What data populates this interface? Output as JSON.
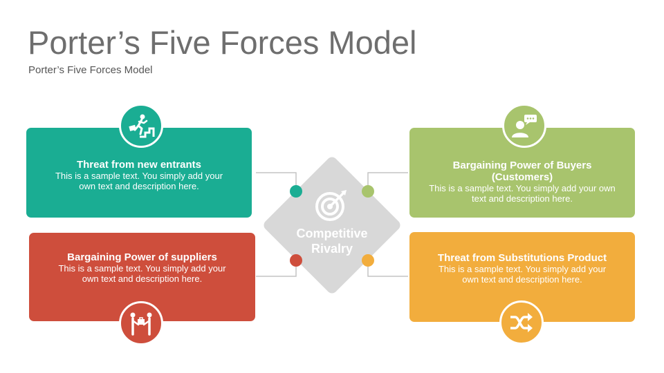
{
  "header": {
    "title": "Porter’s Five Forces Model",
    "subtitle": "Porter’s Five Forces Model"
  },
  "center": {
    "label_line1": "Competitive",
    "label_line2": "Rivalry",
    "icon": "target-icon",
    "color": "#d8d8d8"
  },
  "forces": [
    {
      "title": "Threat from new entrants",
      "desc_line1": "This is a sample text. You simply add your",
      "desc_line2": "own text and description here.",
      "color": "#1aad93",
      "icon": "person-climbing-stairs-icon"
    },
    {
      "title": "Bargaining Power of suppliers",
      "desc_line1": "This is a sample text. You simply add your",
      "desc_line2": "own text and description here.",
      "color": "#ce4e3c",
      "icon": "handshake-people-icon"
    },
    {
      "title_line1": "Bargaining Power of Buyers",
      "title_line2": "(Customers)",
      "desc_line1": "This is a sample text. You simply add your own",
      "desc_line2": "text and description here.",
      "color": "#a8c46d",
      "icon": "customer-chat-icon"
    },
    {
      "title": "Threat from Substitutions Product",
      "desc_line1": "This is a sample text. You simply add your",
      "desc_line2": "own text and description here.",
      "color": "#f2ad3d",
      "icon": "shuffle-icon"
    }
  ]
}
